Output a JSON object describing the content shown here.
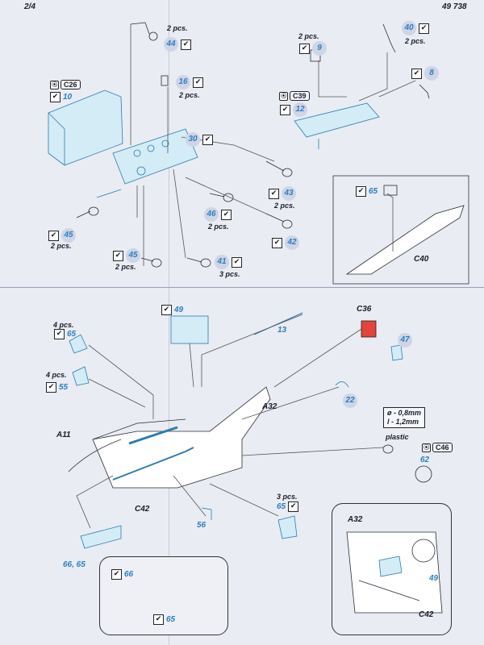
{
  "header": {
    "page": "2/4",
    "code": "49 738"
  },
  "symbols": {
    "check": "✔",
    "plastic_mark": "⦿"
  },
  "top": {
    "qty_44": "2 pcs.",
    "qty_16": "2 pcs.",
    "qty_9": "2 pcs.",
    "qty_40": "2 pcs.",
    "qty_43": "2 pcs.",
    "qty_46": "2 pcs.",
    "qty_45a": "2 pcs.",
    "qty_45b": "2 pcs.",
    "qty_41": "3 pcs.",
    "c26": "C26",
    "c39": "C39",
    "c40": "C40",
    "p44": "44",
    "p16": "16",
    "p10": "10",
    "p30": "30",
    "p43": "43",
    "p46": "46",
    "p45a": "45",
    "p45b": "45",
    "p41": "41",
    "p42": "42",
    "p9": "9",
    "p40": "40",
    "p8": "8",
    "p12": "12",
    "p65": "65"
  },
  "bottom": {
    "p49": "49",
    "p13": "13",
    "c36": "C36",
    "p47": "47",
    "qty_65": "4 pcs.",
    "p65": "65",
    "qty_55": "4 pcs.",
    "p55": "55",
    "p22": "22",
    "a32": "A32",
    "a11": "A11",
    "drill_1": "ø - 0,8mm",
    "drill_2": "l - 1,2mm",
    "plastic_label": "plastic",
    "c46": "C46",
    "p62": "62",
    "c42": "C42",
    "qty_65b": "3 pcs.",
    "p65b": "65",
    "p56": "56",
    "p6665": "66, 65",
    "inset1_66": "66",
    "inset1_65": "65",
    "inset2_a32": "A32",
    "inset2_49": "49",
    "inset2_c42": "C42"
  }
}
